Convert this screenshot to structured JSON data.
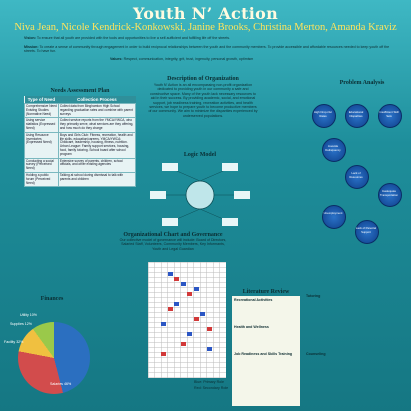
{
  "title": "Youth N’ Action",
  "authors": "Niva Jean, Nicole Kendrick-Konkowski, Janine Brooks, Christina Merton, Amanda Kraviz",
  "vision": {
    "label": "Vision:",
    "text": "To ensure that all youth are provided with the tools and opportunities to live a self-sufficient and fulfilling life off the streets."
  },
  "mission": {
    "label": "Mission:",
    "text": "To create a sense of community through engagement in order to build reciprocal relationships between the youth and the community members. To provide accessible and affordable resources needed to keep youth off the streets. To have fun."
  },
  "values": {
    "label": "Values:",
    "text": "Respect, communication, integrity, grit, trust, ingenuity, personal growth, optimism"
  },
  "needs": {
    "title": "Needs Assessment Plan",
    "headers": [
      "Type of Need",
      "Collection Process"
    ],
    "rows": [
      [
        "Comprehensive Need Existing Studies (Normative Need)",
        "Collect data from Binghamton High School regarding graduation rates and combine with parent surveys"
      ],
      [
        "Using service statistics (Expressed Need)",
        "Collect service reports from the YMCA/YWCA, who they primarily serve, what services are they offering, and how much do they charge"
      ],
      [
        "Using Resource Inventories (Expressed Need)",
        "Boys and Girls Club: Fitness, recreation, health and life skills, education/careers. YMCA/YWCA: Childcare, leadership, housing, fitness, nutrition. Urban League: Family support services, housing, food, family tutoring. School board after school program"
      ],
      [
        "Conducting a social survey (Perceived Need)",
        "Extensive survey of parents, children, school officials, and other existing agencies"
      ],
      [
        "Holding a public forum (Perceived Need)",
        "Talking at school during dismissal to talk with parents and children"
      ]
    ]
  },
  "description": {
    "title": "Description of Organization",
    "text": "Youth N’ Action is an all encompassing non-profit organization dedicated to providing youth in our community a safe and constructive space. Many of the youth lack necessary resources to aid in their success. By providing academic, social, and emotional support, job readiness training, recreation activities, and health services, we hope to prepare youth to become productive members of our community. We aim to minimize the disparities experienced by underserved populations."
  },
  "logic_model": {
    "title": "Logic Model"
  },
  "org_chart": {
    "title": "Organizational Chart and Governance",
    "text": "Our collective model of governance will include: Board of Directors, Salaried Staff, Volunteers, Community Members, Key Informants, Youth and Legal Guardian"
  },
  "legend": {
    "primary": "Blue: Primary Role",
    "secondary": "Red: Secondary Role"
  },
  "literature": {
    "title": "Literature Review",
    "headings": [
      "Recreational Activities",
      "Health and Wellness",
      "Job Readiness and Skills Training",
      "Tutoring",
      "Counseling"
    ]
  },
  "problem": {
    "title": "Problem Analysis",
    "nodes": [
      "High Drop-Out Rates",
      "Educational Disparities",
      "Insufficient Skill Sets",
      "Juvenile Delinquency",
      "Lack of Resources",
      "Inadequate Transportation",
      "Unemployment",
      "Lack of Parental Support"
    ]
  },
  "finances": {
    "title": "Finances",
    "slices": [
      {
        "label": "Salaries",
        "pct": "46%",
        "value": 0.46,
        "color": "#2b6fc0"
      },
      {
        "label": "Facility",
        "pct": "32%",
        "value": 0.32,
        "color": "#d24c4c"
      },
      {
        "label": "Supplies",
        "pct": "12%",
        "value": 0.12,
        "color": "#f0c040"
      },
      {
        "label": "Utility",
        "pct": "10%",
        "value": 0.1,
        "color": "#9ac94a"
      }
    ]
  }
}
